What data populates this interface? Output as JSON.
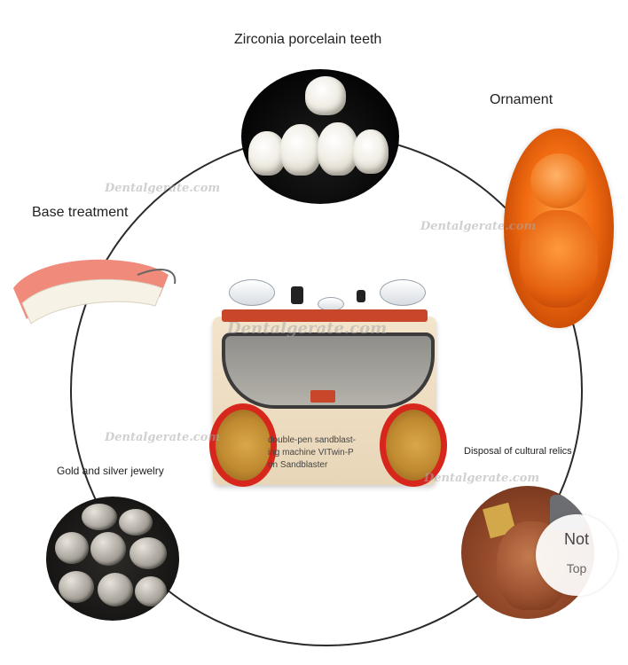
{
  "center": {
    "product_text_line1": "double-pen sandblast-",
    "product_text_line2": "ing machine VITwin-P",
    "product_text_line3": "on Sandblaster"
  },
  "applications": {
    "zirconia": "Zirconia porcelain teeth",
    "ornament": "Ornament",
    "base_treatment": "Base treatment",
    "jewelry": "Gold and silver jewelry",
    "relics": "Disposal of cultural relics"
  },
  "badge": {
    "line1": "Not",
    "line2": "Top"
  },
  "watermark": "Dentalgerate.com",
  "colors": {
    "accent_red": "#d7261b",
    "machine_beige": "#f3e4cc",
    "amber": "#f06a10"
  }
}
